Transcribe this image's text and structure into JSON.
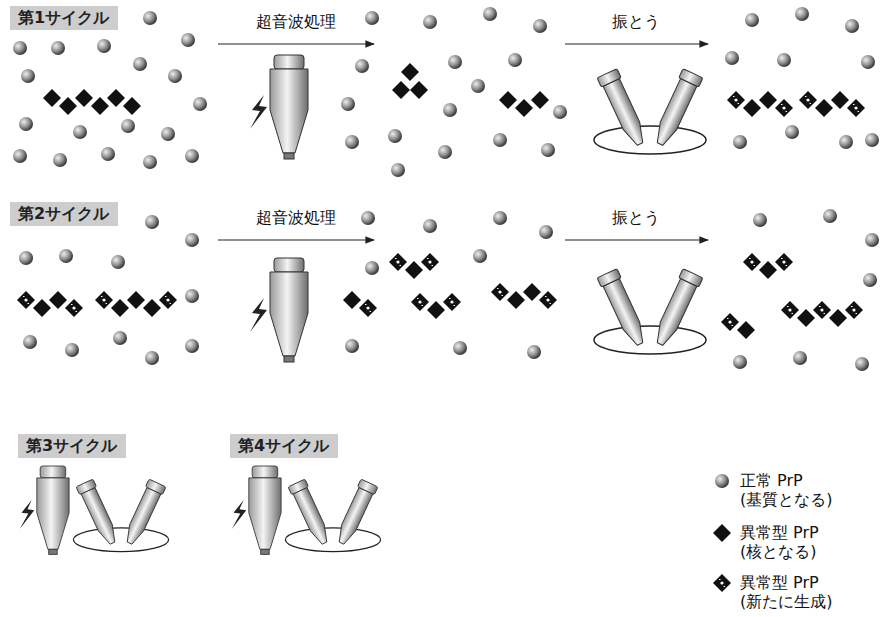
{
  "diagram": {
    "nodes": [
      {
        "text": [
          "第1サイクル"
        ]
      },
      {
        "text": [
          "第2サイクル"
        ]
      },
      {
        "text": [
          "第3サイクル"
        ]
      },
      {
        "text": [
          "第4サイクル"
        ]
      }
    ],
    "labels": [
      "超音波処理",
      "振とう",
      "超音波処理",
      "振とう"
    ],
    "legend": [
      {
        "text": "正常 PrP (基質となる)"
      },
      {
        "text": "異常型 PrP (核となる)"
      },
      {
        "text": "異常型 PrP (新たに生成)"
      }
    ]
  }
}
